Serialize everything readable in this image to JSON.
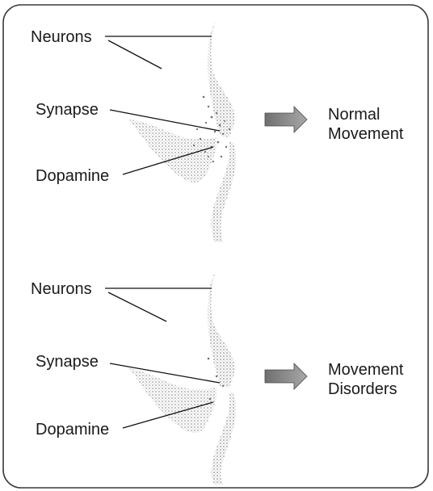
{
  "panels": [
    {
      "id": "normal",
      "labels": {
        "neurons": "Neurons",
        "synapse": "Synapse",
        "dopamine": "Dopamine"
      },
      "outcome": [
        "Normal",
        "Movement"
      ],
      "dopamine_level": "high"
    },
    {
      "id": "disorder",
      "labels": {
        "neurons": "Neurons",
        "synapse": "Synapse",
        "dopamine": "Dopamine"
      },
      "outcome": [
        "Movement",
        "Disorders"
      ],
      "dopamine_level": "low"
    }
  ],
  "colors": {
    "frame": "#3a3a3a",
    "leader_line": "#111111",
    "neuron_stipple": "#8a8a8a",
    "arrow_fill": "#8c8c8c",
    "text": "#1a1a1a"
  },
  "icons": {
    "arrow": "right-arrow-icon"
  }
}
